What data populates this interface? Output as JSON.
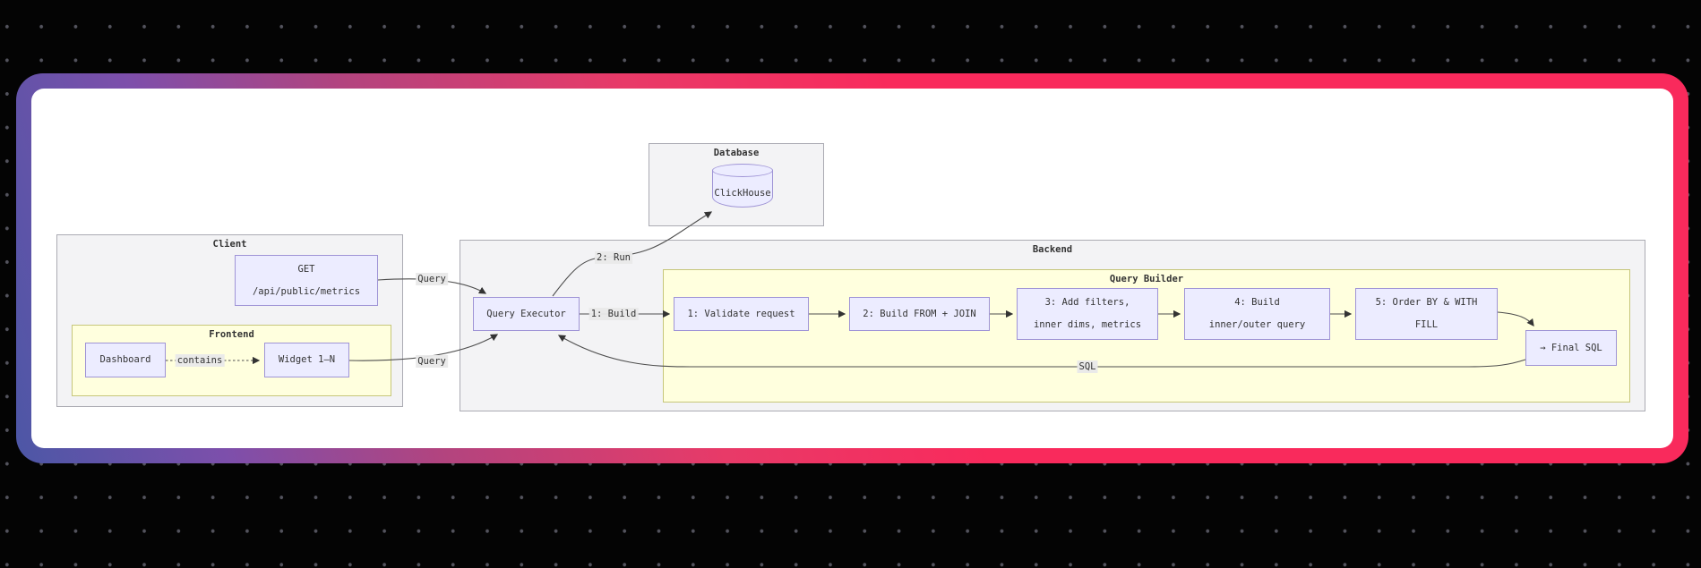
{
  "canvas": {
    "background_color": "#040404",
    "dot_color": "#53535d"
  },
  "card": {
    "gradient_colors": [
      "#4c57a6",
      "#7d4fab",
      "#f92a5c"
    ],
    "surface_color": "#ffffff"
  },
  "diagram": {
    "type": "flowchart",
    "colors": {
      "node_fill": "#ececff",
      "node_border": "#9f94d6",
      "cluster_fill": "#f3f3f5",
      "cluster_border": "#ababb3",
      "subcluster_fill": "#ffffde",
      "subcluster_border": "#c6c67a",
      "edge": "#4e4e4e",
      "text": "#333333"
    },
    "clusters": {
      "database": {
        "label": "Database"
      },
      "client": {
        "label": "Client"
      },
      "frontend": {
        "label": "Frontend"
      },
      "backend": {
        "label": "Backend"
      },
      "query_builder": {
        "label": "Query Builder"
      }
    },
    "nodes": {
      "clickhouse": {
        "label": "ClickHouse",
        "shape": "cylinder"
      },
      "get_endpoint": {
        "line1": "GET",
        "line2": "/api/public/metrics"
      },
      "dashboard": {
        "label": "Dashboard"
      },
      "widget": {
        "label": "Widget 1–N"
      },
      "query_executor": {
        "label": "Query Executor"
      },
      "step1": {
        "label": "1: Validate request"
      },
      "step2": {
        "label": "2: Build FROM + JOIN"
      },
      "step3": {
        "line1": "3: Add filters,",
        "line2": "inner dims, metrics"
      },
      "step4": {
        "line1": "4: Build",
        "line2": "inner/outer query"
      },
      "step5": {
        "line1": "5: Order BY & WITH",
        "line2": "FILL"
      },
      "final_sql": {
        "label": "→ Final SQL"
      }
    },
    "edge_labels": {
      "query_top": "Query",
      "query_bottom": "Query",
      "run": "2: Run",
      "build": "1: Build",
      "contains": "contains",
      "sql": "SQL"
    },
    "edges": [
      {
        "from": "GET /api/public/metrics",
        "to": "Query Executor",
        "label": "Query",
        "style": "solid"
      },
      {
        "from": "Widget 1–N",
        "to": "Query Executor",
        "label": "Query",
        "style": "solid"
      },
      {
        "from": "Dashboard",
        "to": "Widget 1–N",
        "label": "contains",
        "style": "dotted"
      },
      {
        "from": "Query Executor",
        "to": "ClickHouse",
        "label": "2: Run",
        "style": "solid"
      },
      {
        "from": "Query Executor",
        "to": "1: Validate request",
        "label": "1: Build",
        "style": "solid"
      },
      {
        "from": "1: Validate request",
        "to": "2: Build FROM + JOIN",
        "style": "solid"
      },
      {
        "from": "2: Build FROM + JOIN",
        "to": "3: Add filters, inner dims, metrics",
        "style": "solid"
      },
      {
        "from": "3: Add filters, inner dims, metrics",
        "to": "4: Build inner/outer query",
        "style": "solid"
      },
      {
        "from": "4: Build inner/outer query",
        "to": "5: Order BY & WITH FILL",
        "style": "solid"
      },
      {
        "from": "5: Order BY & WITH FILL",
        "to": "→ Final SQL",
        "style": "solid"
      },
      {
        "from": "→ Final SQL",
        "to": "Query Executor",
        "label": "SQL",
        "style": "solid"
      }
    ]
  }
}
